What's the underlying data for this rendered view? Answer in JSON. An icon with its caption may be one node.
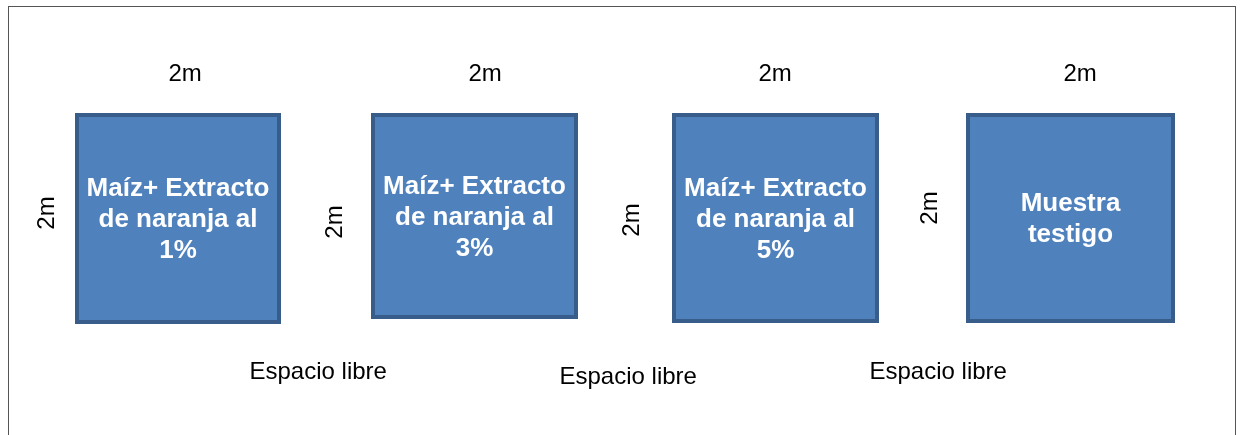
{
  "diagram": {
    "nodes": [
      {
        "text": [
          "Maíz+ Extracto de naranja al 1%"
        ]
      },
      {
        "text": [
          "Maíz+ Extracto de naranja al 3%"
        ]
      },
      {
        "text": [
          "Maíz+ Extracto de naranja al 5%"
        ]
      },
      {
        "text": [
          "Muestra testigo"
        ]
      }
    ],
    "labels": [
      "2m",
      "2m",
      "2m",
      "2m",
      "2m",
      "2m",
      "2m",
      "2m",
      "Espacio libre",
      "Espacio libre",
      "Espacio libre"
    ]
  }
}
